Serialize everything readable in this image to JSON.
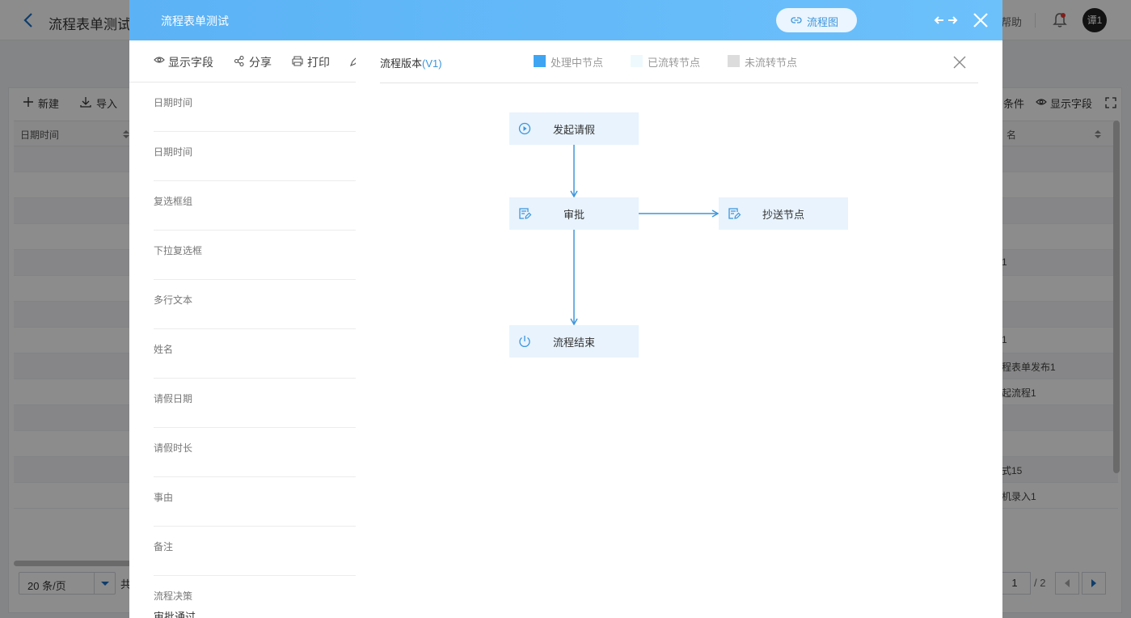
{
  "app": {
    "title": "流程表单测试",
    "help": "帮助",
    "avatar": "谭1"
  },
  "list": {
    "toolbar": {
      "new": "新建",
      "import": "导入",
      "conditions": "条件",
      "display_fields": "显示字段"
    },
    "columns": {
      "left": "日期时间",
      "right": "名"
    },
    "rows_right": [
      "",
      "",
      "",
      "",
      "1",
      "",
      "",
      "1",
      "程表单发布1",
      "起流程1",
      "",
      "",
      "式15",
      "机录入1"
    ],
    "pager": {
      "size": "20 条/页",
      "total_prefix": "共",
      "page": "1",
      "pages": "/ 2"
    }
  },
  "dialog": {
    "title": "流程表单测试",
    "flow_button": "流程图",
    "toolbar": {
      "display_fields": "显示字段",
      "share": "分享",
      "print": "打印"
    },
    "fields": [
      "日期时间",
      "日期时间",
      "复选框组",
      "下拉复选框",
      "多行文本",
      "姓名",
      "请假日期",
      "请假时长",
      "事由",
      "备注",
      "流程决策"
    ],
    "decision_value": "审批通过"
  },
  "flow": {
    "version_label": "流程版本",
    "version_value": "(V1)",
    "legend": [
      {
        "label": "处理中节点",
        "color": "#3fa5f2"
      },
      {
        "label": "已流转节点",
        "color": "#eef9fd"
      },
      {
        "label": "未流转节点",
        "color": "#dcdcdc"
      }
    ],
    "nodes": [
      {
        "id": "start",
        "label": "发起请假",
        "icon": "play-circle-icon"
      },
      {
        "id": "approve",
        "label": "审批",
        "icon": "edit-form-icon"
      },
      {
        "id": "cc",
        "label": "抄送节点",
        "icon": "edit-form-icon"
      },
      {
        "id": "end",
        "label": "流程结束",
        "icon": "power-icon"
      }
    ],
    "edges": [
      {
        "from": "start",
        "to": "approve"
      },
      {
        "from": "approve",
        "to": "cc"
      },
      {
        "from": "approve",
        "to": "end"
      }
    ],
    "accent_color": "#3d95dc"
  }
}
